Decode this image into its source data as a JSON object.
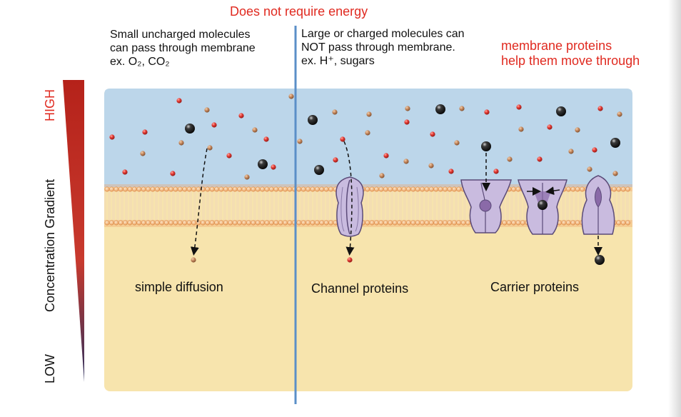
{
  "subtitle": "Does not require energy",
  "left_desc": {
    "line1": "Small uncharged molecules",
    "line2": "can pass through membrane",
    "line3": "ex. O₂, CO₂"
  },
  "right_desc": {
    "line1": "Large or charged molecules can",
    "line2": "NOT pass through membrane.",
    "line3": "ex. H⁺, sugars"
  },
  "note": {
    "line1": "membrane proteins",
    "line2": "help them move through"
  },
  "labels": {
    "simple": "simple diffusion",
    "channel": "Channel proteins",
    "carrier": "Carrier proteins"
  },
  "gradient": {
    "high": "HIGH",
    "title": "Concentration Gradient",
    "low": "LOW"
  },
  "colors": {
    "accent_red": "#e02a20",
    "divider_blue": "#5b8fc8",
    "upper_fluid": "#bcd6ea",
    "lower_fluid": "#f7e4ad",
    "protein": "#b9a9cf",
    "gradient_red": "#b5221a"
  }
}
